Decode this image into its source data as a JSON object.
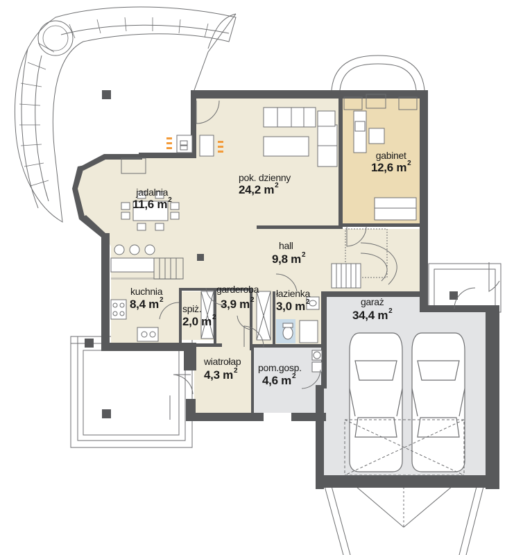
{
  "colors": {
    "wall": "#58595b",
    "living": "#efead9",
    "office": "#eddcb4",
    "garage": "#e3e4e6",
    "tech": "#e3e4e6",
    "bath_tile": "#c9dbe8",
    "line": "#6d6e70"
  },
  "area_unit": "m",
  "area_exponent": "2",
  "rooms": [
    {
      "id": "pok-dzienny",
      "name": "pok. dzienny",
      "area": "24,2"
    },
    {
      "id": "jadalnia",
      "name": "jadalnia",
      "area": "11,6"
    },
    {
      "id": "gabinet",
      "name": "gabinet",
      "area": "12,6"
    },
    {
      "id": "hall",
      "name": "hall",
      "area": "9,8"
    },
    {
      "id": "kuchnia",
      "name": "kuchnia",
      "area": "8,4"
    },
    {
      "id": "spiz",
      "name": "spiż.",
      "area": "2,0"
    },
    {
      "id": "garderoba",
      "name": "garderoba",
      "area": "3,9"
    },
    {
      "id": "lazienka",
      "name": "łazienka",
      "area": "3,0"
    },
    {
      "id": "garaz",
      "name": "garaż",
      "area": "34,4"
    },
    {
      "id": "wiatrolap",
      "name": "wiatrołap",
      "area": "4,3"
    },
    {
      "id": "pom-gosp",
      "name": "pom.gosp.",
      "area": "4,6"
    }
  ]
}
